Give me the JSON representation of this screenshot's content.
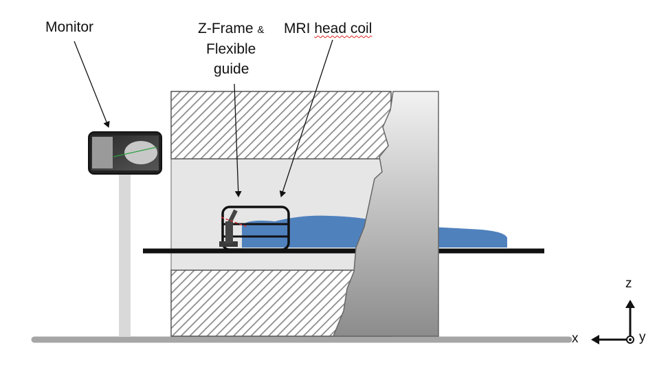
{
  "labels": {
    "monitor": "Monitor",
    "zframe_line1": "Z-Frame",
    "zframe_amp": "&",
    "zframe_line2": "Flexible",
    "zframe_line3": "guide",
    "coil_prefix": "MRI ",
    "coil_underlined": "head coil"
  },
  "axes": {
    "x": "x",
    "y": "y",
    "z": "z"
  },
  "colors": {
    "patient": "#4f81bd",
    "scanner_light": "#e6e6e6",
    "scanner_hatch": "#888888",
    "stand": "#d9d9d9",
    "floor": "#a6a6a6",
    "outline": "#222222"
  }
}
